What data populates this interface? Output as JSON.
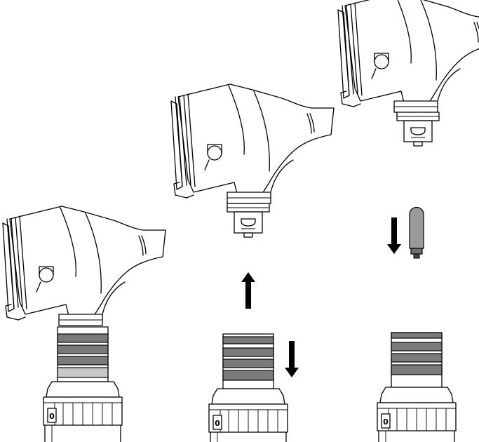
{
  "steps": [
    {
      "id": "assembled",
      "dial_text": "0",
      "arrows": []
    },
    {
      "id": "remove-head",
      "dial_text": "0",
      "arrows": [
        "up",
        "down"
      ]
    },
    {
      "id": "replace-bulb",
      "dial_text": "0",
      "arrows": [
        "down"
      ]
    }
  ],
  "colors": {
    "outline": "#000000",
    "band_dark": "#7a7a7a",
    "band_light": "#c8c8c8",
    "bulb": "#9a9a9a",
    "arrow": "#000000"
  },
  "icons": {
    "head": "otoscope-head-icon",
    "handle": "battery-handle-icon",
    "bulb": "replacement-bulb-icon",
    "up": "arrow-up-icon",
    "down": "arrow-down-icon"
  }
}
